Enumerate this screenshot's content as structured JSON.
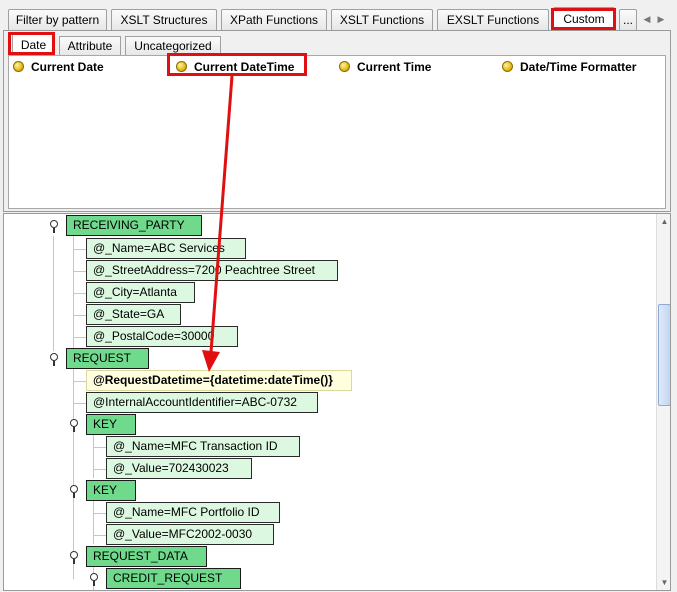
{
  "top_tabs": [
    {
      "label": "Filter by pattern"
    },
    {
      "label": "XSLT Structures"
    },
    {
      "label": "XPath Functions"
    },
    {
      "label": "XSLT Functions"
    },
    {
      "label": "EXSLT Functions"
    },
    {
      "label": "Custom"
    },
    {
      "label": "..."
    }
  ],
  "sub_tabs": [
    {
      "label": "Date"
    },
    {
      "label": "Attribute"
    },
    {
      "label": "Uncategorized"
    }
  ],
  "functions": [
    {
      "label": "Current Date"
    },
    {
      "label": "Current DateTime"
    },
    {
      "label": "Current Time"
    },
    {
      "label": "Date/Time Formatter"
    }
  ],
  "tree": {
    "receiving_party": "RECEIVING_PARTY",
    "rp_name": "@_Name=ABC Services",
    "rp_street": "@_StreetAddress=7200 Peachtree Street",
    "rp_city": "@_City=Atlanta",
    "rp_state": "@_State=GA",
    "rp_postal": "@_PostalCode=30000",
    "request": "REQUEST",
    "req_datetime": "@RequestDatetime={datetime:dateTime()}",
    "req_account": "@InternalAccountIdentifier=ABC-0732",
    "key1": "KEY",
    "key1_name": "@_Name=MFC Transaction ID",
    "key1_value": "@_Value=702430023",
    "key2": "KEY",
    "key2_name": "@_Name=MFC Portfolio ID",
    "key2_value": "@_Value=MFC2002-0030",
    "request_data": "REQUEST_DATA",
    "credit_request": "CREDIT_REQUEST"
  },
  "colors": {
    "highlight": "#e01010",
    "element_node": "#6fd98c",
    "attribute_node": "#dcf8e0"
  }
}
